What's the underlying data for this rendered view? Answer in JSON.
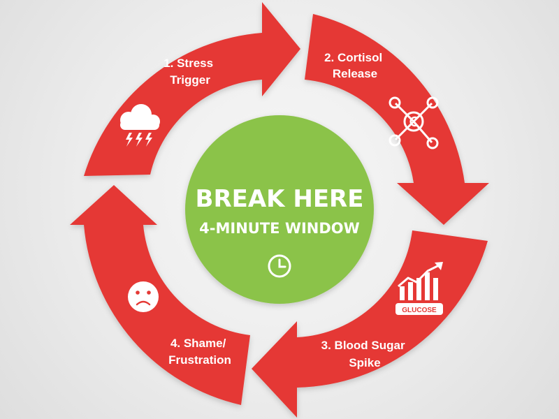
{
  "colors": {
    "arrow_red": "#e53935",
    "center_green": "#8bc34a",
    "background": "#ececec",
    "icon_white": "#ffffff"
  },
  "center": {
    "title": "BREAK HERE",
    "subtitle": "4-MINUTE WINDOW",
    "icon": "clock-icon"
  },
  "steps": [
    {
      "line1": "1. Stress",
      "line2": "Trigger",
      "icon": "storm-cloud-icon"
    },
    {
      "line1": "2. Cortisol",
      "line2": "Release",
      "icon": "cortisol-molecule-icon"
    },
    {
      "line1": "3. Blood Sugar",
      "line2": "Spike",
      "icon": "glucose-chart-icon"
    },
    {
      "line1": "4. Shame/",
      "line2": "Frustration",
      "icon": "sad-face-icon"
    }
  ],
  "glucose_label": "GLUCOSE"
}
